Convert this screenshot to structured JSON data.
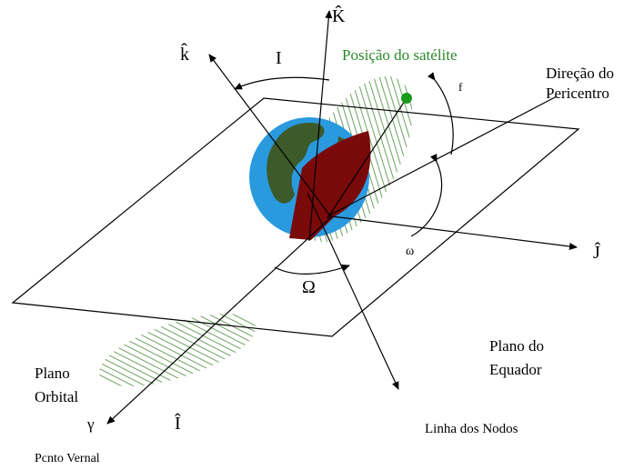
{
  "labels": {
    "K_axis": "K̂",
    "k_axis": "k̂",
    "J_axis": "Ĵ",
    "I_axis": "Î",
    "inclination": "I",
    "satellite_position": "Posição do satélite",
    "pericenter_line1": "Direção do",
    "pericenter_line2": "Pericentro",
    "true_anomaly": "f",
    "arg_pericenter": "ω",
    "raan": "Ω",
    "equator_plane_line1": "Plano do",
    "equator_plane_line2": "Equador",
    "orbital_plane_line1": "Plano",
    "orbital_plane_line2": "Orbital",
    "vernal_symbol": "γ",
    "vernal_point": "Pcnto Vernal",
    "node_line": "Linha dos Nodos"
  },
  "colors": {
    "ink": "#000000",
    "orbit_hatch": "#4a8a3a",
    "satellite": "#1a9a1a",
    "satellite_label": "#2a8a2a",
    "ocean": "#2a9adf",
    "land": "#3c5a2a",
    "cutaway": "#7a0a0a"
  }
}
